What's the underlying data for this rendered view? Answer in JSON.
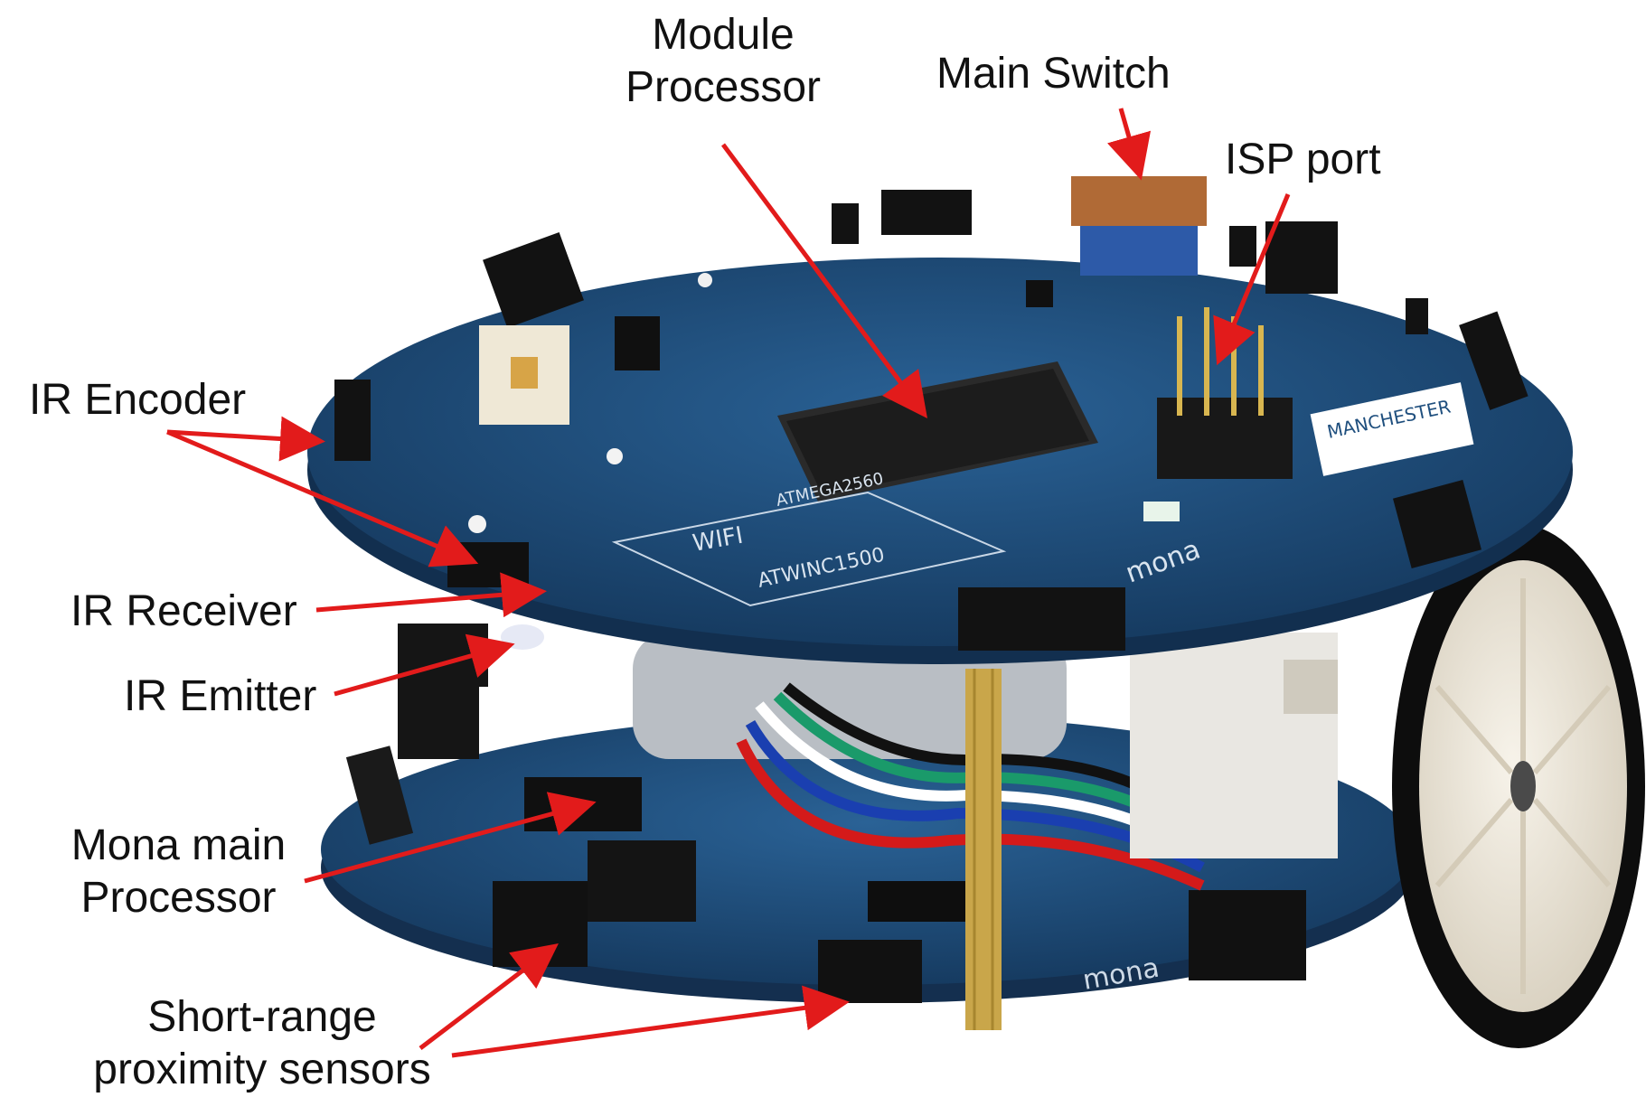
{
  "photo": {
    "subject": "robot-photo",
    "colors": {
      "pcb": "#1f4f7e",
      "pcb_dark": "#163b61",
      "connector": "#141414",
      "wheel_hub": "#efe9dc",
      "tire": "#0d0d0d",
      "arrow": "#e21b1b",
      "background": "#ffffff"
    }
  },
  "labels": {
    "module_processor": [
      "Module",
      "Processor"
    ],
    "main_switch": "Main Switch",
    "isp_port": "ISP port",
    "ir_encoder": "IR Encoder",
    "ir_receiver": "IR Receiver",
    "ir_emitter": "IR Emitter",
    "mona_main_processor": [
      "Mona main",
      "Processor"
    ],
    "short_range": [
      "Short-range",
      "proximity sensors"
    ]
  },
  "board_text": {
    "wifi": "WIFI",
    "chip": "ATWINC1500",
    "mcu": "ATMEGA2560",
    "brand": "MANCHESTER",
    "logo": "mona"
  }
}
